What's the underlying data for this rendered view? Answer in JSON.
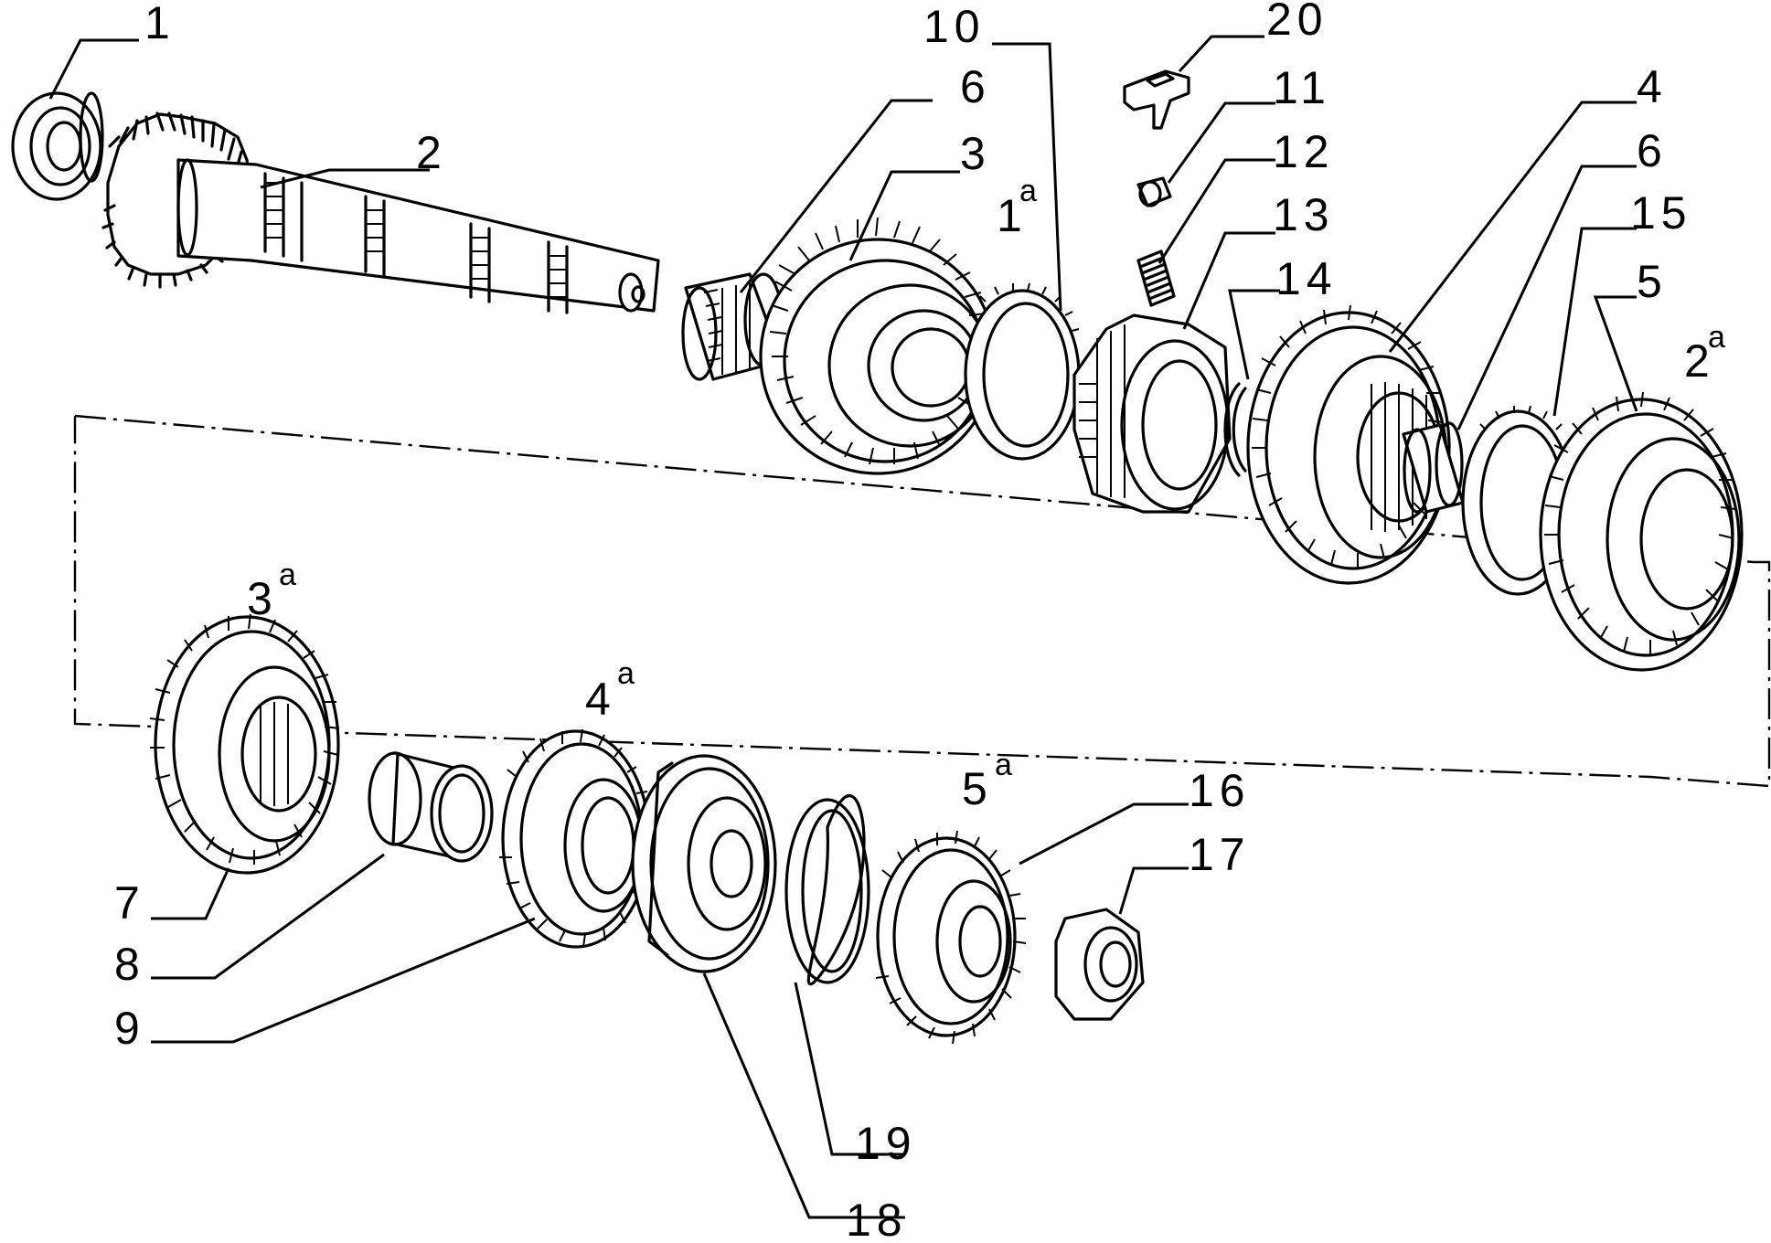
{
  "diagram": {
    "labels": {
      "p1": "1",
      "p2": "2",
      "p3": "3",
      "p4": "4",
      "p5": "5",
      "p6a": "6",
      "p6b": "6",
      "p7": "7",
      "p8": "8",
      "p9": "9",
      "p10": "10",
      "p11": "11",
      "p12": "12",
      "p13": "13",
      "p14": "14",
      "p15": "15",
      "p16": "16",
      "p17": "17",
      "p18": "18",
      "p19": "19",
      "p20": "20"
    },
    "gear_labels": {
      "g1": {
        "num": "1",
        "sup": "a"
      },
      "g2": {
        "num": "2",
        "sup": "a"
      },
      "g3": {
        "num": "3",
        "sup": "a"
      },
      "g4": {
        "num": "4",
        "sup": "a"
      },
      "g5": {
        "num": "5",
        "sup": "a"
      }
    },
    "colors": {
      "ink": "#000000",
      "paper": "#ffffff"
    }
  }
}
